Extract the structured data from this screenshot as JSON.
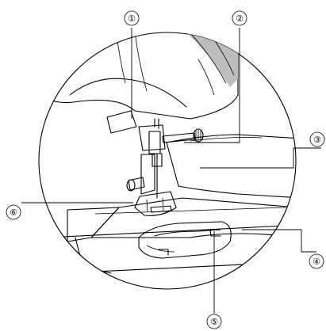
{
  "callouts": [
    {
      "label": "①"
    },
    {
      "label": "②"
    },
    {
      "label": "③"
    },
    {
      "label": "④"
    },
    {
      "label": "⑤"
    },
    {
      "label": "⑥"
    }
  ],
  "colors": {
    "line": "#000000",
    "shade": "#bdbdbd",
    "background": "#ffffff"
  }
}
